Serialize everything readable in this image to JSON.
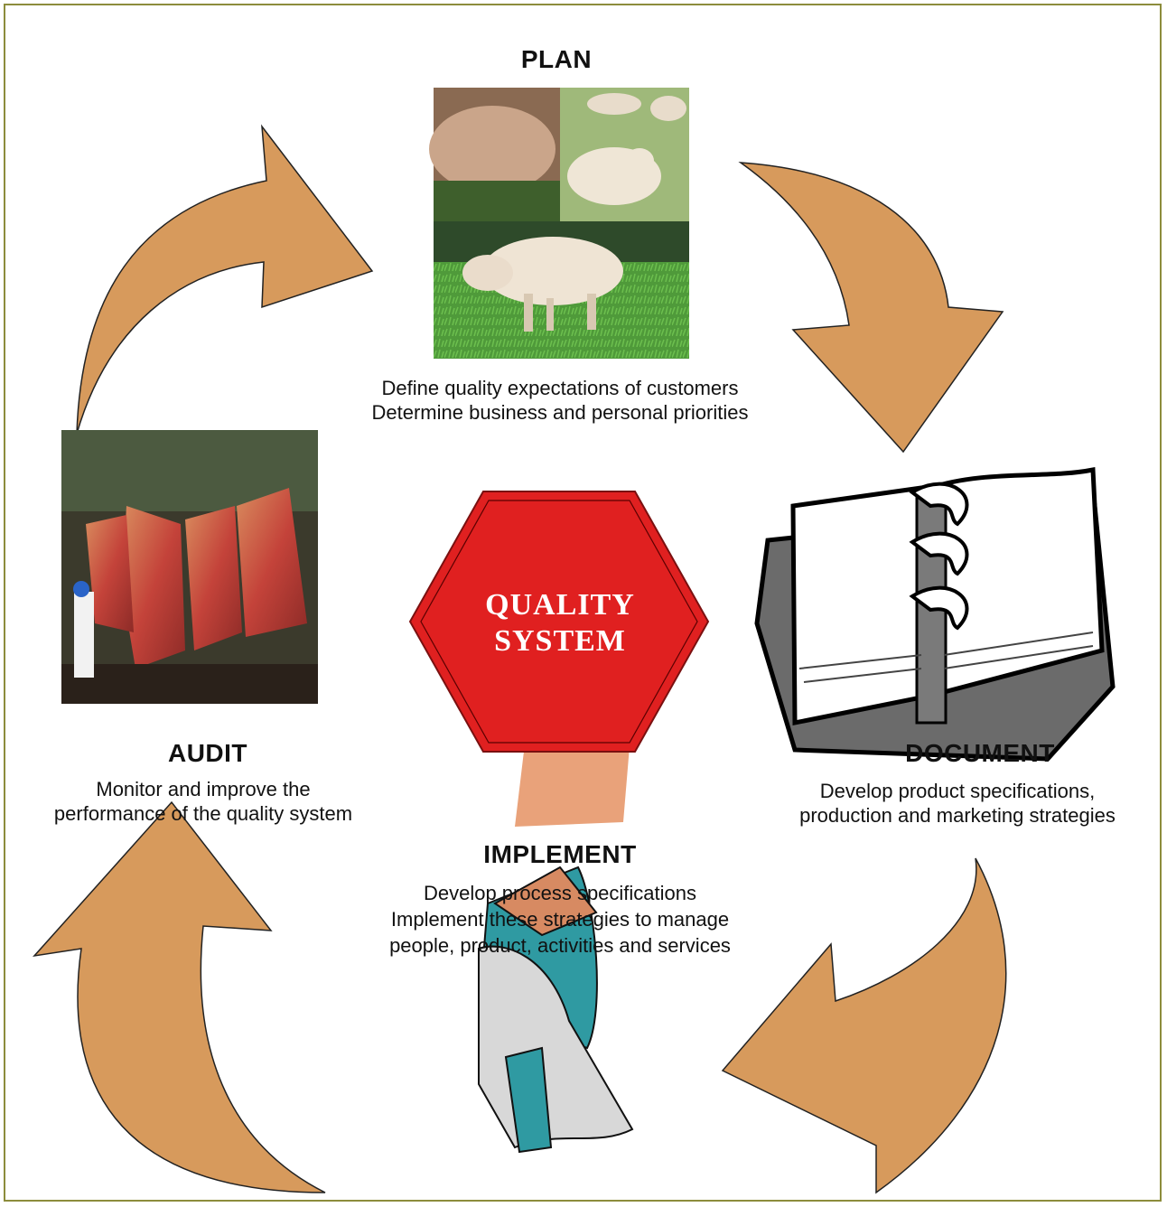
{
  "center": {
    "line1": "QUALITY",
    "line2": "SYSTEM"
  },
  "plan": {
    "title": "PLAN",
    "lines": [
      "Define quality expectations of customers",
      "Determine business and personal priorities"
    ]
  },
  "document": {
    "title": "DOCUMENT",
    "lines": [
      "Develop product specifications,",
      "production and marketing strategies"
    ]
  },
  "implement": {
    "title": "IMPLEMENT",
    "lines": [
      "Develop process specifications",
      "Implement these strategies to manage",
      "people, product, activities and services"
    ]
  },
  "audit": {
    "title": "AUDIT",
    "lines": [
      "Monitor and improve the",
      "performance of the quality system"
    ]
  },
  "colors": {
    "arrow_fill": "#d79a5c",
    "hexagon_fill": "#e02020",
    "frame_border": "#8c8c3c"
  },
  "icons": {
    "plan": "livestock-photo",
    "document": "ring-binder-icon",
    "implement": "worker-with-plan-icon",
    "audit": "carcass-inspection-photo"
  }
}
